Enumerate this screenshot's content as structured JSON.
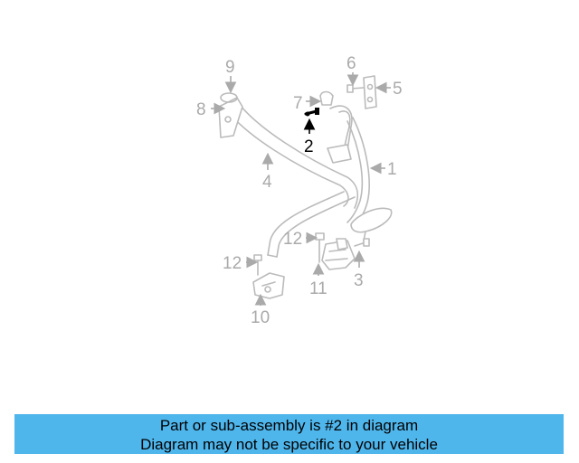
{
  "callouts": {
    "c1": "1",
    "c2": "2",
    "c3": "3",
    "c4": "4",
    "c5": "5",
    "c6": "6",
    "c7": "7",
    "c8": "8",
    "c9": "9",
    "c10": "10",
    "c11": "11",
    "c12a": "12",
    "c12b": "12"
  },
  "highlighted_part": "2",
  "colors": {
    "banner": "#4fb6ec",
    "highlight": "#000000",
    "parts": "#bbbbbb"
  },
  "banner": {
    "line1": "Part or sub-assembly is #2 in diagram",
    "line2": "Diagram may not be specific to your vehicle"
  }
}
